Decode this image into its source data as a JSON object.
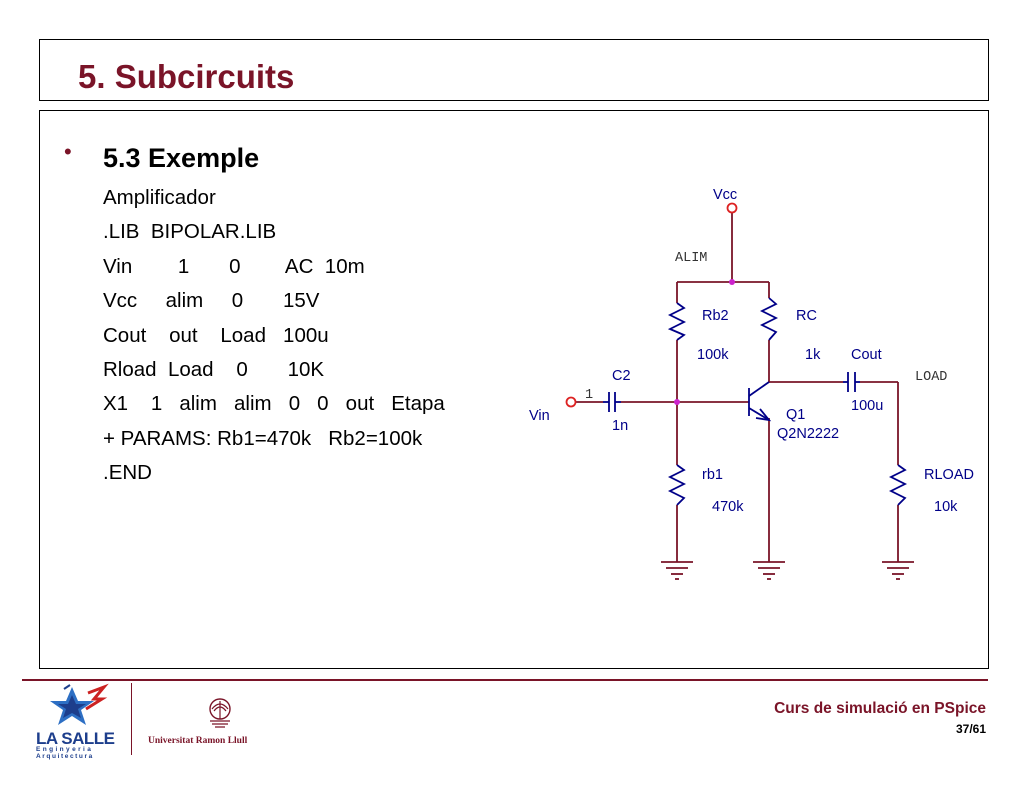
{
  "slide": {
    "title": "5. Subcircuits",
    "section": "5.3  Exemple",
    "bullet": "•",
    "lines": [
      "Amplificador",
      ".LIB  BIPOLAR.LIB",
      "Vin        1       0        AC  10m",
      "Vcc     alim     0       15V",
      "Cout    out    Load   100u",
      "Rload  Load    0       10K",
      "X1    1   alim   alim   0   0   out   Etapa",
      "+ PARAMS: Rb1=470k   Rb2=100k",
      ".END"
    ]
  },
  "circuit": {
    "vcc": "Vcc",
    "alim": "ALIM",
    "rb2_name": "Rb2",
    "rb2_value": "100k",
    "rc_name": "RC",
    "rc_value": "1k",
    "cout_name": "Cout",
    "cout_value": "100u",
    "load": "LOAD",
    "c2_name": "C2",
    "c2_value": "1n",
    "node1": "1",
    "vin": "Vin",
    "q1_name": "Q1",
    "q1_model": "Q2N2222",
    "rb1_name": "rb1",
    "rb1_value": "470k",
    "rload_name": "RLOAD",
    "rload_value": "10k",
    "wire_color": "#7a1428",
    "component_color": "#000088",
    "terminal_color": "#dd2222",
    "junction_color": "#cc22cc"
  },
  "footer": {
    "course": "Curs de simulació en PSpice",
    "page": "37/61",
    "lasalle": "LA SALLE",
    "lasalle_sub1": "Enginyeria",
    "lasalle_sub2": "Arquitectura",
    "university": "Universitat Ramon Llull"
  }
}
